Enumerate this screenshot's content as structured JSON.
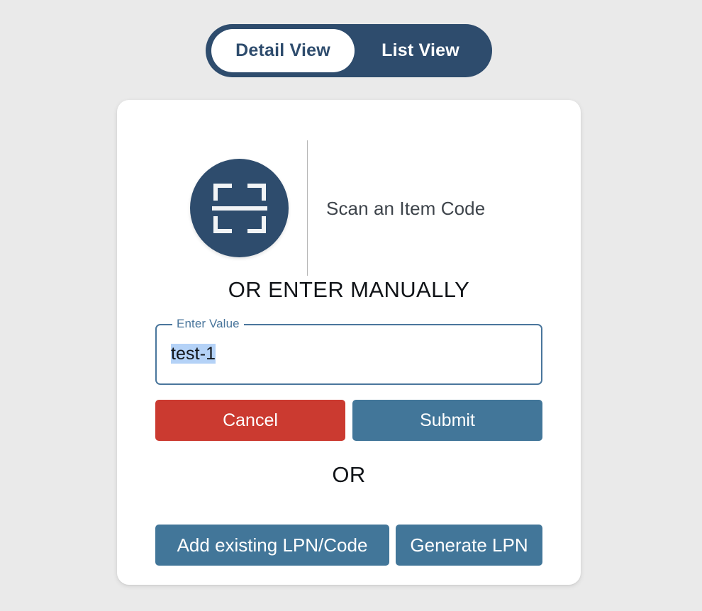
{
  "view_toggle": {
    "active_label": "Detail View",
    "inactive_label": "List View",
    "active_bg": "#ffffff",
    "track_bg": "#2e4c6d"
  },
  "card": {
    "scan": {
      "icon": "barcode-scan-icon",
      "label": "Scan an Item Code",
      "circle_color": "#2e4c6d"
    },
    "manual_heading": "OR ENTER MANUALLY",
    "field": {
      "label": "Enter Value",
      "value": "test-1",
      "selected": true,
      "border_color": "#4a769c",
      "selection_color": "#b4d2f7"
    },
    "actions": {
      "cancel_label": "Cancel",
      "cancel_color": "#cb3a30",
      "submit_label": "Submit",
      "submit_color": "#427699"
    },
    "or_heading": "OR",
    "lpn_actions": {
      "add_existing_label": "Add existing LPN/Code",
      "generate_label": "Generate LPN",
      "color": "#427699"
    }
  },
  "page": {
    "background": "#eaeaea"
  }
}
